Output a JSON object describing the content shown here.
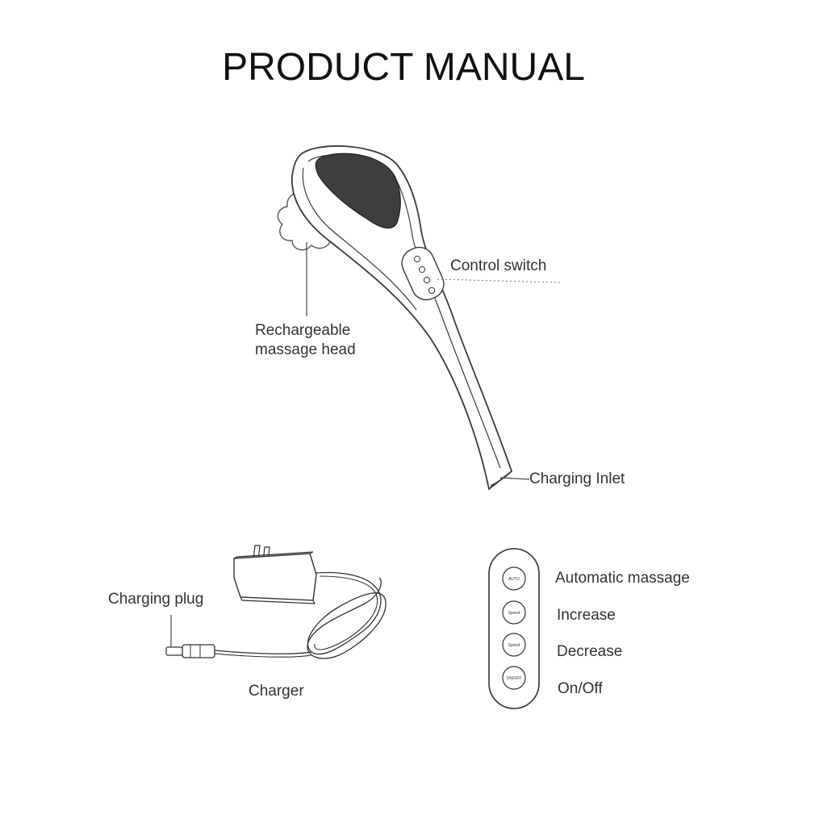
{
  "title": "PRODUCT MANUAL",
  "massager": {
    "labels": {
      "control_switch": "Control switch",
      "massage_head": "Rechargeable\nmassage head",
      "charging_inlet": "Charging Inlet"
    }
  },
  "charger": {
    "labels": {
      "charging_plug": "Charging plug",
      "charger": "Charger"
    }
  },
  "control_panel": {
    "buttons": [
      {
        "text": "AUTO",
        "label": "Automatic massage"
      },
      {
        "text": "Speed",
        "label": "Increase"
      },
      {
        "text": "Speed",
        "label": "Decrease"
      },
      {
        "text": "ON/OFF",
        "label": "On/Off"
      }
    ]
  },
  "colors": {
    "line": "#444444",
    "text": "#333333",
    "background": "#ffffff"
  }
}
